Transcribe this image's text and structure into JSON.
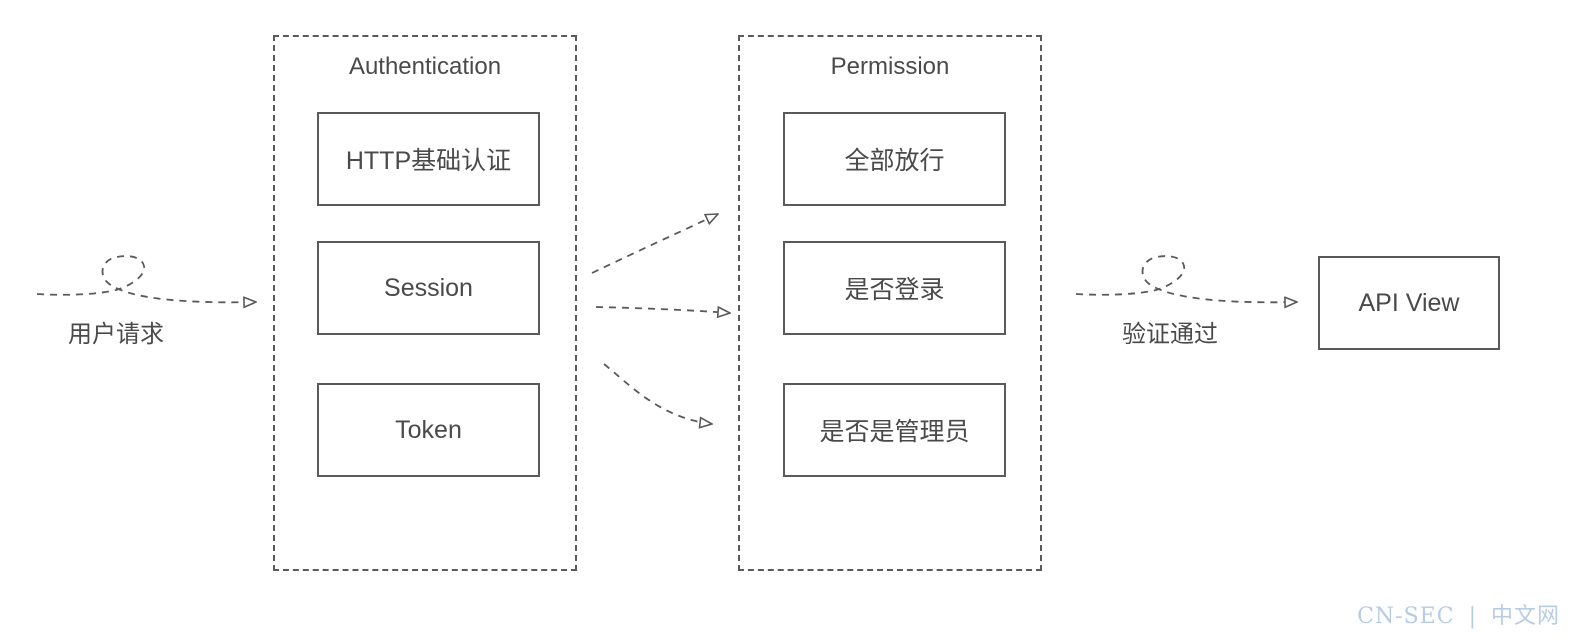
{
  "groups": {
    "authentication": {
      "title": "Authentication",
      "items": [
        "HTTP基础认证",
        "Session",
        "Token"
      ]
    },
    "permission": {
      "title": "Permission",
      "items": [
        "全部放行",
        "是否登录",
        "是否是管理员"
      ]
    }
  },
  "labels": {
    "request": "用户请求",
    "passed": "验证通过"
  },
  "target": {
    "label": "API View"
  },
  "watermark": {
    "site": "CN-SEC",
    "separator": "|",
    "name": "中文网"
  }
}
